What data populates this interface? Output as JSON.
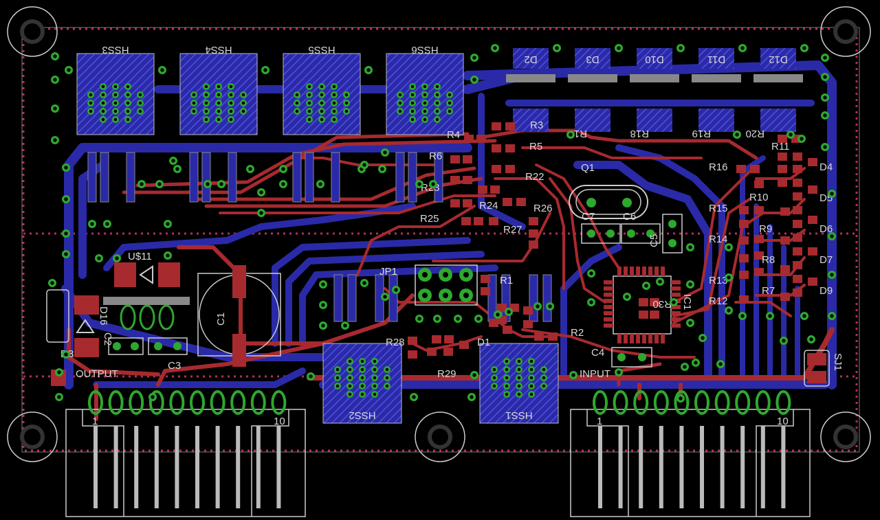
{
  "board": {
    "colors": {
      "background": "#000000",
      "top_copper": "#a72a2f",
      "bottom_copper": "#2a2aa8",
      "pad_hatch": "#4a4ad8",
      "via_ring": "#2ea82e",
      "silk": "#d8d8d8",
      "dimension": "#b2305a"
    },
    "heat_sinks": [
      {
        "name": "HSS3"
      },
      {
        "name": "HSS4"
      },
      {
        "name": "HSS5"
      },
      {
        "name": "HSS6"
      },
      {
        "name": "HSS2"
      },
      {
        "name": "HSS1"
      }
    ],
    "leds": [
      "D2",
      "D3",
      "D10",
      "D11",
      "D12"
    ],
    "side_diodes": [
      "D4",
      "D5",
      "D6",
      "D7",
      "D9"
    ],
    "resistors": [
      "R3",
      "R4",
      "R5",
      "R6",
      "R22",
      "R23",
      "R24",
      "R25",
      "R26",
      "R27",
      "R16",
      "R15",
      "R14",
      "R13",
      "R12",
      "R10",
      "R9",
      "R8",
      "R7",
      "R1",
      "R2",
      "R28",
      "R29",
      "R30",
      "R11",
      "R17",
      "R18",
      "R19",
      "R20"
    ],
    "parts": {
      "q1": "Q1",
      "c7": "C7",
      "c6": "C6",
      "c5": "C5",
      "ic1": "IC1",
      "c4": "C4",
      "d1": "D1",
      "jp1": "JP1",
      "u11": "U$11",
      "c1": "C1",
      "c2": "C2",
      "c3": "C3",
      "d8": "D8",
      "d16": "D16",
      "sj1": "SJ1"
    },
    "connectors": [
      {
        "label": "OUTPUT",
        "pin_first": "1",
        "pin_last": "10"
      },
      {
        "label": "INPUT",
        "pin_first": "1",
        "pin_last": "10"
      }
    ]
  }
}
